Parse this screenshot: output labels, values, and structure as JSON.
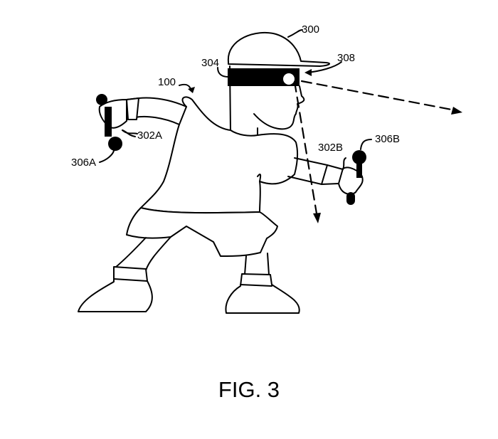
{
  "labels": {
    "hat": "300",
    "camera_arrow": "308",
    "band": "304",
    "user": "100",
    "left_hand": "302A",
    "left_controller": "306A",
    "right_hand": "302B",
    "right_controller": "306B"
  },
  "caption": "FIG. 3"
}
